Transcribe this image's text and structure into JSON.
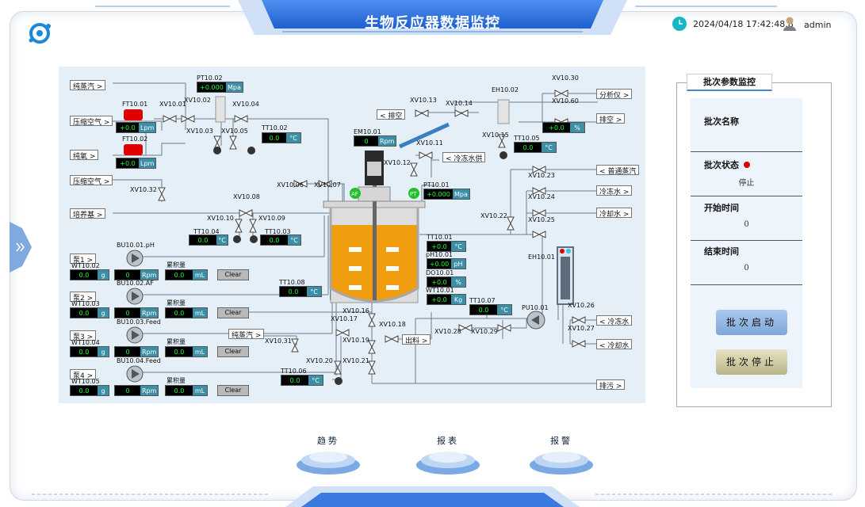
{
  "header": {
    "title": "生物反应器数据监控",
    "datetime": "2024/04/18 17:42:48.8",
    "user": "admin"
  },
  "labels": {
    "pure_steam_1": "纯蒸汽 >",
    "comp_air_1": "压缩空气 >",
    "pure_oxygen": "纯氧 >",
    "comp_air_2": "压缩空气 >",
    "medium": "培养基 >",
    "pump1": "泵1 >",
    "pump2": "泵2 >",
    "pump3": "泵3 >",
    "pump4": "泵4 >",
    "exhaust": "< 排空",
    "chill_supply": "< 冷冻水供",
    "pure_steam_2": "纯蒸汽 >",
    "discharge": "出料 >",
    "analyzer": "分析仪 >",
    "vent": "排空 >",
    "normal_steam": "< 普通蒸汽",
    "chill_in": "冷冻水 >",
    "cool_in": "冷却水 >",
    "chill_out": "< 冷冻水",
    "cool_out": "< 冷却水",
    "drain": "排污 >"
  },
  "tags": {
    "pt1002": "PT10.02",
    "ft1001": "FT10.01",
    "ft1002": "FT10.02",
    "xv1001": "XV10.01",
    "xv1002": "XV10.02",
    "xv1004": "XV10.04",
    "xv1003": "XV10.03",
    "xv1005": "XV10.05",
    "tt1002": "TT10.02",
    "xv1032": "XV10.32",
    "xv1008": "XV10.08",
    "xv1010": "XV10.10",
    "xv1009": "XV10.09",
    "tt1004": "TT10.04",
    "tt1003": "TT10.03",
    "bu1001": "BU10.01.pH",
    "bu1002": "BU10.02.AF",
    "bu1003": "BU10.03.Feed",
    "bu1004": "BU10.04.Feed",
    "wt1002": "WT10.02",
    "wt1003": "WT10.03",
    "wt1004": "WT10.04",
    "wt1005": "WT10.05",
    "acc1": "累积量",
    "acc2": "累积量",
    "acc3": "累积量",
    "acc4": "累积量",
    "em1001": "EM10.01",
    "xv1006": "XV10.06",
    "xv1007": "XV10.07",
    "xv1013": "XV10.13",
    "xv1014": "XV10.14",
    "xv1011": "XV10.11",
    "xv1012": "XV10.12",
    "pt1001": "PT10.01",
    "eh1002": "EH10.02",
    "xv1030": "XV10.30",
    "xv1060": "XV10.60",
    "xv1015": "XV10.15",
    "tt1005": "TT10.05",
    "xv1023": "XV10.23",
    "xv1024": "XV10.24",
    "xv1022": "XV10.22",
    "xv1025": "XV10.25",
    "eh1001": "EH10.01",
    "tt1001": "TT10.01",
    "ph1001": "pH10.01",
    "do1001": "DO10.01",
    "wt1001": "WT10.01",
    "tt1008": "TT10.08",
    "tt1007": "TT10.07",
    "pu1001": "PU10.01",
    "xv1026": "XV10.26",
    "xv1027": "XV10.27",
    "xv1016": "XV10.16",
    "xv1017": "XV10.17",
    "xv1018": "XV10.18",
    "xv1019": "XV10.19",
    "xv1031": "XV10.31",
    "xv1028": "XV10.28",
    "xv1029": "XV10.29",
    "xv1020": "XV10.20",
    "xv1021": "XV10.21",
    "tt1006": "TT10.06",
    "af": "AF",
    "pt": "PT"
  },
  "readings": {
    "pt1002": {
      "value": "+0.000",
      "unit": "Mpa"
    },
    "ft1001": {
      "value": "+0.0",
      "unit": "Lpm"
    },
    "ft1002": {
      "value": "+0.0",
      "unit": "Lpm"
    },
    "tt1002": {
      "value": "0.0",
      "unit": "°C"
    },
    "tt1004": {
      "value": "0.0",
      "unit": "°C"
    },
    "tt1003": {
      "value": "0.0",
      "unit": "°C"
    },
    "wt1002": {
      "value": "0.0",
      "unit": "g"
    },
    "rpm1": {
      "value": "0",
      "unit": "Rpm"
    },
    "acc1": {
      "value": "0.0",
      "unit": "mL"
    },
    "wt1003": {
      "value": "0.0",
      "unit": "g"
    },
    "rpm2": {
      "value": "0",
      "unit": "Rpm"
    },
    "acc2": {
      "value": "0.0",
      "unit": "mL"
    },
    "wt1004": {
      "value": "0.0",
      "unit": "g"
    },
    "rpm3": {
      "value": "0",
      "unit": "Rpm"
    },
    "acc3": {
      "value": "0.0",
      "unit": "mL"
    },
    "wt1005": {
      "value": "0.0",
      "unit": "g"
    },
    "rpm4": {
      "value": "0",
      "unit": "Rpm"
    },
    "acc4": {
      "value": "0.0",
      "unit": "mL"
    },
    "em1001": {
      "value": "0",
      "unit": "Rpm"
    },
    "pt1001": {
      "value": "+0.000",
      "unit": "Mpa"
    },
    "xv1060": {
      "value": "+0.0",
      "unit": "%"
    },
    "tt1005": {
      "value": "0.0",
      "unit": "°C"
    },
    "tt1001": {
      "value": "+0.0",
      "unit": "°C"
    },
    "ph1001": {
      "value": "+0.00",
      "unit": "pH"
    },
    "do1001": {
      "value": "+0.0",
      "unit": "%"
    },
    "wt1001": {
      "value": "+0.0",
      "unit": "Kg"
    },
    "tt1008": {
      "value": "0.0",
      "unit": "°C"
    },
    "tt1007": {
      "value": "0.0",
      "unit": "°C"
    },
    "tt1006": {
      "value": "0.0",
      "unit": "°C"
    }
  },
  "clear_label": "Clear",
  "panel": {
    "title": "批次参数监控",
    "name_label": "批次名称",
    "name_value": "",
    "status_label": "批次状态",
    "status_value": "停止",
    "start_label": "开始时间",
    "start_value": "0",
    "end_label": "结束时间",
    "end_value": "0",
    "start_button": "批次启动",
    "stop_button": "批次停止",
    "status_color": "#e00000"
  },
  "nav": {
    "trend": "趋势",
    "report": "报表",
    "alarm": "报警"
  },
  "colors": {
    "accent": "#2f6fd6",
    "broth": "#f19d10",
    "display_bg": "#000000",
    "display_text": "#1cff3a"
  }
}
